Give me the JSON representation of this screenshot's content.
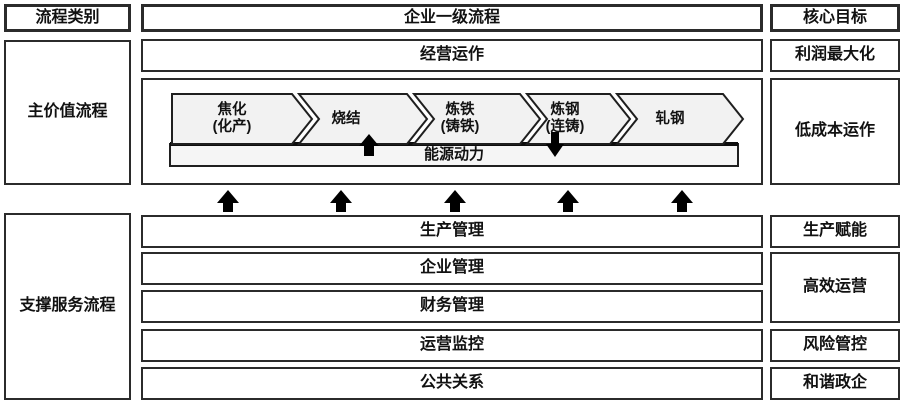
{
  "header": {
    "category": "流程类别",
    "process": "企业一级流程",
    "goal": "核心目标"
  },
  "main_value": {
    "label": "主价值流程",
    "operation": "经营运作",
    "energy": "能源动力",
    "chevrons": [
      {
        "line1": "焦化",
        "line2": "(化产)"
      },
      {
        "line1": "烧结",
        "line2": ""
      },
      {
        "line1": "炼铁",
        "line2": "(铸铁)"
      },
      {
        "line1": "炼钢",
        "line2": "(连铸)"
      },
      {
        "line1": "轧钢",
        "line2": ""
      }
    ]
  },
  "support": {
    "label": "支撑服务流程",
    "rows": [
      "生产管理",
      "企业管理",
      "财务管理",
      "运营监控",
      "公共关系"
    ]
  },
  "goals": {
    "profit": "利润最大化",
    "low_cost": "低成本运作",
    "production": "生产赋能",
    "efficiency": "高效运营",
    "risk": "风险管控",
    "harmony": "和谐政企"
  },
  "colors": {
    "border": "#2b2b2b",
    "chevron_fill": "#f2f2f2",
    "arrow": "#000000"
  }
}
